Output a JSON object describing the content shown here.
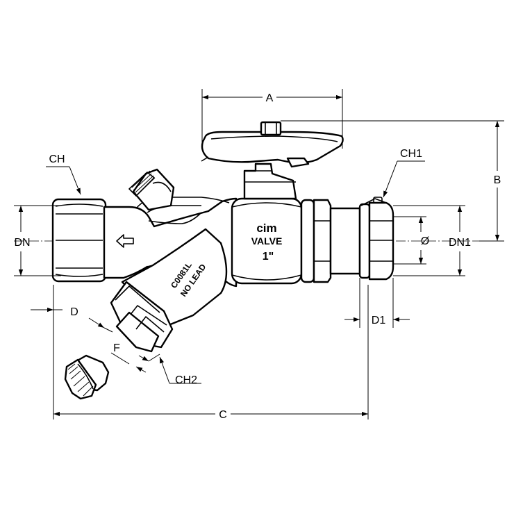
{
  "dimensions": {
    "a": "A",
    "b": "B",
    "c": "C",
    "ch": "CH",
    "ch1": "CH1",
    "ch2": "CH2",
    "d": "D",
    "d1": "D1",
    "dn": "DN",
    "dn1": "DN1",
    "f": "F",
    "diameter": "Ø"
  },
  "markings": {
    "brand": "cim",
    "valve": "VALVE",
    "size": "1\"",
    "model": "C0081L",
    "lead": "NO LEAD"
  }
}
